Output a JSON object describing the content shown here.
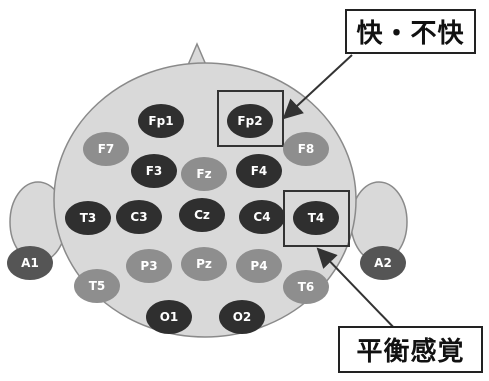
{
  "colors": {
    "head_fill": "#d9d9d9",
    "head_stroke": "#8a8a8a",
    "electrode_dark": "#2f2f2f",
    "electrode_medium": "#555555",
    "electrode_light": "#8e8e8e",
    "highlight_box": "#333333",
    "arrow": "#333333"
  },
  "electrodes": [
    {
      "id": "fp1",
      "label": "Fp1",
      "shade": "dark"
    },
    {
      "id": "fp2",
      "label": "Fp2",
      "shade": "dark"
    },
    {
      "id": "f7",
      "label": "F7",
      "shade": "light"
    },
    {
      "id": "f8",
      "label": "F8",
      "shade": "light"
    },
    {
      "id": "f3",
      "label": "F3",
      "shade": "dark"
    },
    {
      "id": "fz",
      "label": "Fz",
      "shade": "light"
    },
    {
      "id": "f4",
      "label": "F4",
      "shade": "dark"
    },
    {
      "id": "t3",
      "label": "T3",
      "shade": "dark"
    },
    {
      "id": "c3",
      "label": "C3",
      "shade": "dark"
    },
    {
      "id": "cz",
      "label": "Cz",
      "shade": "dark"
    },
    {
      "id": "c4",
      "label": "C4",
      "shade": "dark"
    },
    {
      "id": "t4",
      "label": "T4",
      "shade": "dark"
    },
    {
      "id": "a1",
      "label": "A1",
      "shade": "medium"
    },
    {
      "id": "a2",
      "label": "A2",
      "shade": "medium"
    },
    {
      "id": "p3",
      "label": "P3",
      "shade": "light"
    },
    {
      "id": "pz",
      "label": "Pz",
      "shade": "light"
    },
    {
      "id": "p4",
      "label": "P4",
      "shade": "light"
    },
    {
      "id": "t5",
      "label": "T5",
      "shade": "light"
    },
    {
      "id": "t6",
      "label": "T6",
      "shade": "light"
    },
    {
      "id": "o1",
      "label": "O1",
      "shade": "dark"
    },
    {
      "id": "o2",
      "label": "O2",
      "shade": "dark"
    }
  ],
  "callouts": {
    "top": "快・不快",
    "bottom": "平衡感覚"
  }
}
